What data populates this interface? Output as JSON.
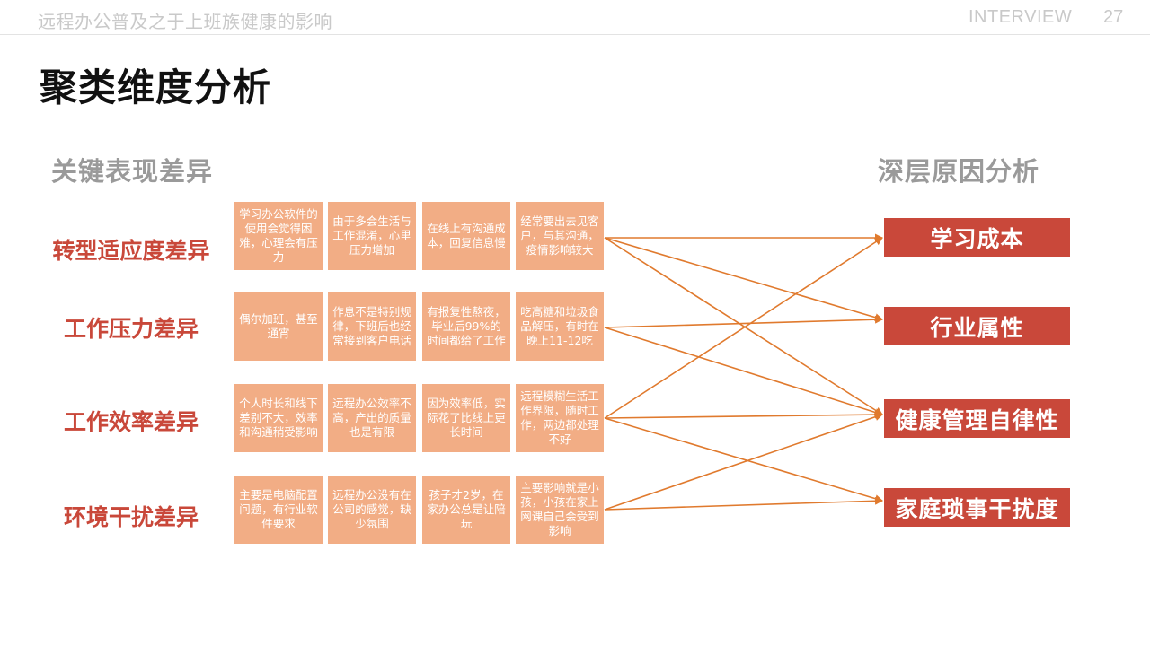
{
  "header": {
    "doc_title": "远程办公普及之于上班族健康的影响",
    "section": "INTERVIEW",
    "page_number": "27"
  },
  "page_title": "聚类维度分析",
  "left_heading": "关键表现差异",
  "right_heading": "深层原因分析",
  "dimensions": [
    {
      "label": "转型适应度差异",
      "items": [
        "学习办公软件的使用会觉得困难，心理会有压力",
        "由于多会生活与工作混淆，心里压力增加",
        "在线上有沟通成本，回复信息慢",
        "经常要出去见客户，与其沟通，疫情影响较大"
      ]
    },
    {
      "label": "工作压力差异",
      "items": [
        "偶尔加班，甚至通宵",
        "作息不是特别规律，下班后也经常接到客户电话",
        "有报复性熬夜，毕业后99%的时间都给了工作",
        "吃高糖和垃圾食品解压，有时在晚上11-12吃"
      ]
    },
    {
      "label": "工作效率差异",
      "items": [
        "个人时长和线下差别不大，效率和沟通稍受影响",
        "远程办公效率不高，产出的质量也是有限",
        "因为效率低，实际花了比线上更长时间",
        "远程模糊生活工作界限，随时工作，两边都处理不好"
      ]
    },
    {
      "label": "环境干扰差异",
      "items": [
        "主要是电脑配置问题，有行业软件要求",
        "远程办公没有在公司的感觉，缺少氛围",
        "孩子才2岁，在家办公总是让陪玩",
        "主要影响就是小孩，小孩在家上网课自己会受到影响"
      ]
    }
  ],
  "causes": [
    "学习成本",
    "行业属性",
    "健康管理自律性",
    "家庭琐事干扰度"
  ],
  "links": [
    {
      "from": 0,
      "to": 0
    },
    {
      "from": 0,
      "to": 1
    },
    {
      "from": 0,
      "to": 2
    },
    {
      "from": 1,
      "to": 1
    },
    {
      "from": 1,
      "to": 2
    },
    {
      "from": 2,
      "to": 0
    },
    {
      "from": 2,
      "to": 2
    },
    {
      "from": 2,
      "to": 3
    },
    {
      "from": 3,
      "to": 2
    },
    {
      "from": 3,
      "to": 3
    }
  ],
  "colors": {
    "accent": "#c9483a",
    "card_fill": "#f2ad85",
    "link_stroke": "#e07a2e",
    "heading_gray": "#9a9a9a"
  }
}
